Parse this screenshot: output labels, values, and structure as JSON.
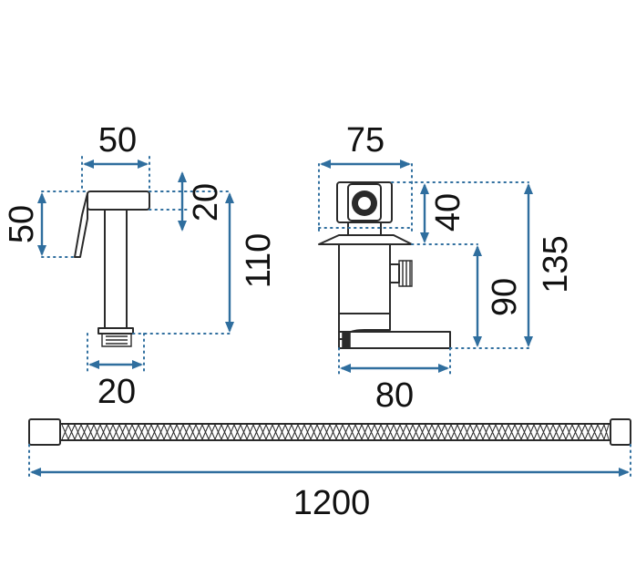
{
  "colors": {
    "dimension_blue": "#2f6e9e",
    "outline": "#2a2a2a",
    "text": "#111111",
    "background": "#ffffff"
  },
  "dimensions": {
    "sprayer_width": "50",
    "sprayer_height": "50",
    "sprayer_head_height": "20",
    "sprayer_total_height": "110",
    "sprayer_base_width": "20",
    "valve_width": "75",
    "valve_handle_height": "40",
    "valve_outlet_height": "90",
    "valve_total_height": "135",
    "valve_depth": "80",
    "hose_length": "1200"
  }
}
